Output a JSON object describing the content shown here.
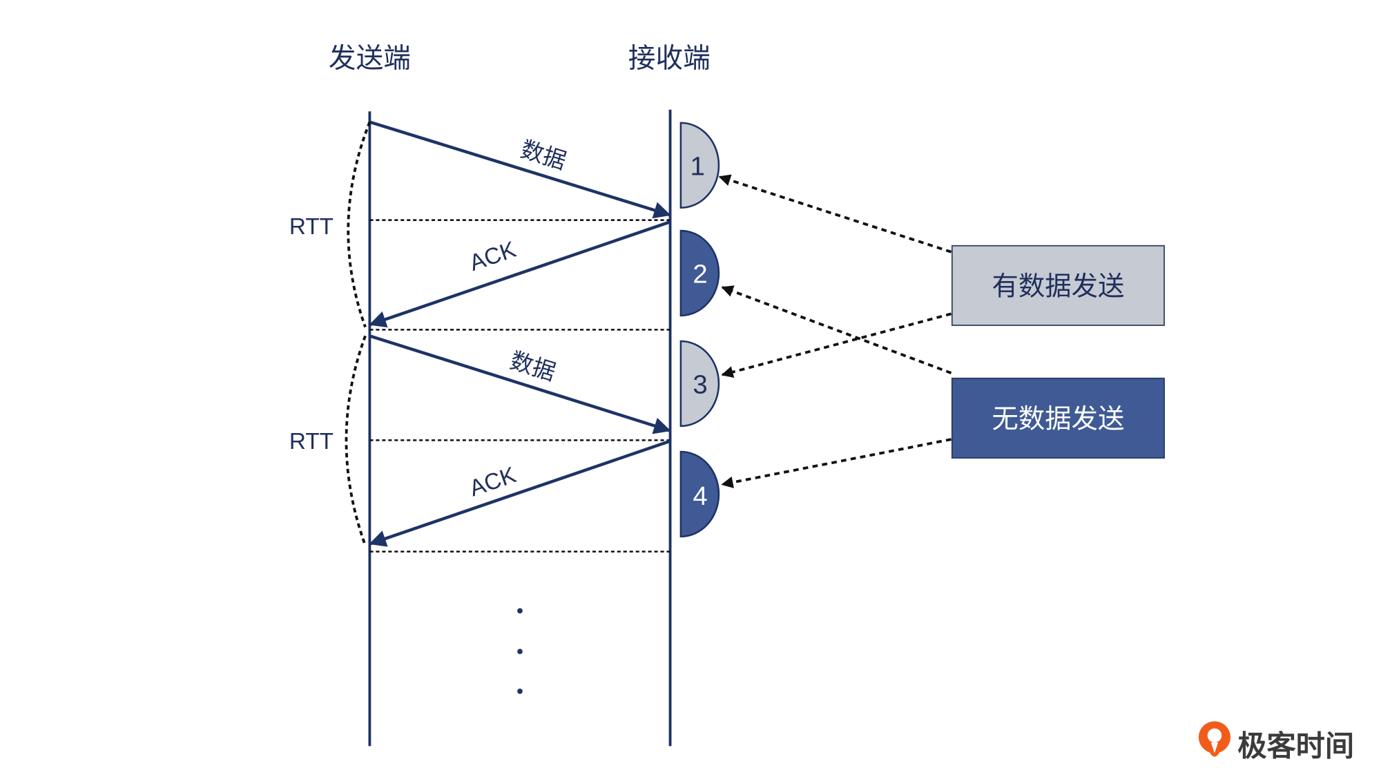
{
  "colors": {
    "line": "#1e3366",
    "text": "#1f2f5c",
    "has_data_fill": "#c6cad2",
    "no_data_fill": "#3f5a94",
    "white": "#ffffff",
    "logo_orange": "#f25c1a"
  },
  "headers": {
    "sender": "发送端",
    "receiver": "接收端"
  },
  "messages": [
    {
      "label": "数据"
    },
    {
      "label": "ACK"
    },
    {
      "label": "数据"
    },
    {
      "label": "ACK"
    }
  ],
  "rtt_labels": [
    "RTT",
    "RTT"
  ],
  "receive_slots": [
    {
      "number": "1",
      "fill": "#c6cad2",
      "text_color": "#1f2f5c"
    },
    {
      "number": "2",
      "fill": "#3f5a94",
      "text_color": "#ffffff"
    },
    {
      "number": "3",
      "fill": "#c6cad2",
      "text_color": "#1f2f5c"
    },
    {
      "number": "4",
      "fill": "#3f5a94",
      "text_color": "#ffffff"
    }
  ],
  "legend": {
    "has_data": "有数据发送",
    "no_data": "无数据发送"
  },
  "logo": {
    "text": "极客时间"
  }
}
